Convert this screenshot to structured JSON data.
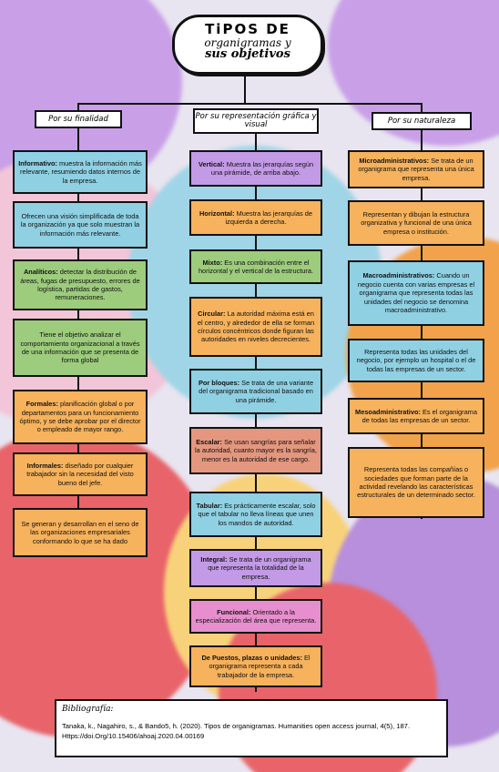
{
  "title": {
    "line1": "TiPOS DE",
    "line2": "organigramas y",
    "line3": "sus objetivos"
  },
  "categories": [
    {
      "label": "Por su finalidad"
    },
    {
      "label": "Por su representación gráfica y visual"
    },
    {
      "label": "Por su naturaleza"
    }
  ],
  "col1": [
    {
      "bold": "Informativo:",
      "text": " muestra la información más relevante, resumiendo datos internos de la empresa."
    },
    {
      "bold": "",
      "text": "Ofrecen una visión simplificada de toda la organización ya que solo muestran la información más relevante."
    },
    {
      "bold": "Analíticos:",
      "text": " detectar la distribución de áreas, fugas de presupuesto, errores de logística, partidas de gastos, remuneraciones."
    },
    {
      "bold": "",
      "text": "Tiene el objetivo analizar el comportamiento organizacional a través de una información que se presenta de forma global"
    },
    {
      "bold": "Formales:",
      "text": " planificación global o por departamentos para un funcionamiento óptimo, y se debe aprobar por el director o empleado de mayor rango."
    },
    {
      "bold": "Informales:",
      "text": " diseñado por cualquier trabajador sin la necesidad del visto bueno del jefe."
    },
    {
      "bold": "",
      "text": "Se generan y desarrollan en el seno de las organizaciones empresariales conformando lo que se ha dado"
    }
  ],
  "col2": [
    {
      "bold": "Vertical:",
      "text": " Muestra las jerarquías según una pirámide, de arriba abajo."
    },
    {
      "bold": "Horizontal:",
      "text": " Muestra las jerarquías de izquierda a derecha."
    },
    {
      "bold": "Mixto:",
      "text": " Es una combinación entre el horizontal y el vertical de la estructura."
    },
    {
      "bold": "Circular:",
      "text": " La autoridad máxima está en el centro, y alrededor de ella se forman círculos concéntricos donde figuran las autoridades en niveles decrecientes."
    },
    {
      "bold": "Por bloques:",
      "text": " Se trata de una variante del organigrama tradicional basado en una pirámide."
    },
    {
      "bold": "Escalar:",
      "text": " Se usan sangrías para señalar la autoridad, cuanto mayor es la sangría, menor es la autoridad de ese cargo."
    },
    {
      "bold": "Tabular:",
      "text": " Es prácticamente escalar, solo que el tabular no lleva líneas que unen los mandos de autoridad."
    },
    {
      "bold": "Integral:",
      "text": " Se trata de un organigrama que representa la totalidad de la empresa."
    },
    {
      "bold": "Funcional:",
      "text": " Orientado a la especialización del área que representa."
    },
    {
      "bold": "De Puestos, plazas o unidades:",
      "text": " El organigrama representa a cada trabajador de la empresa."
    }
  ],
  "col3": [
    {
      "bold": "Microadministrativos:",
      "text": " Se trata de un organigrama que representa una única empresa."
    },
    {
      "bold": "",
      "text": "Representan y dibujan la estructura organizativa y funcional de una única empresa o institución."
    },
    {
      "bold": "Macroadministrativos:",
      "text": " Cuando un negocio cuenta con varias empresas el organigrama que representa todas las unidades del negocio se denomina macroadministrativo."
    },
    {
      "bold": "",
      "text": "Representa todas las unidades del negocio, por ejemplo un hospital o el de todas las empresas de un sector."
    },
    {
      "bold": "Mesoadministrativo:",
      "text": " Es el organigrama de todas las empresas de un sector."
    },
    {
      "bold": "",
      "text": "Representa todas las compañías o sociedades que forman parte de la actividad revelando las características estructurales de un determinado sector."
    }
  ],
  "bibliography": {
    "heading": "Bibliografía:",
    "citation": "Tanaka, k., Nagahiro, s., & Bando5, h. (2020). Tipos de organigramas. Humanities open access journal, 4(5), 187. Https://doi.Org/10.15406/ahoaj.2020.04.00169"
  }
}
